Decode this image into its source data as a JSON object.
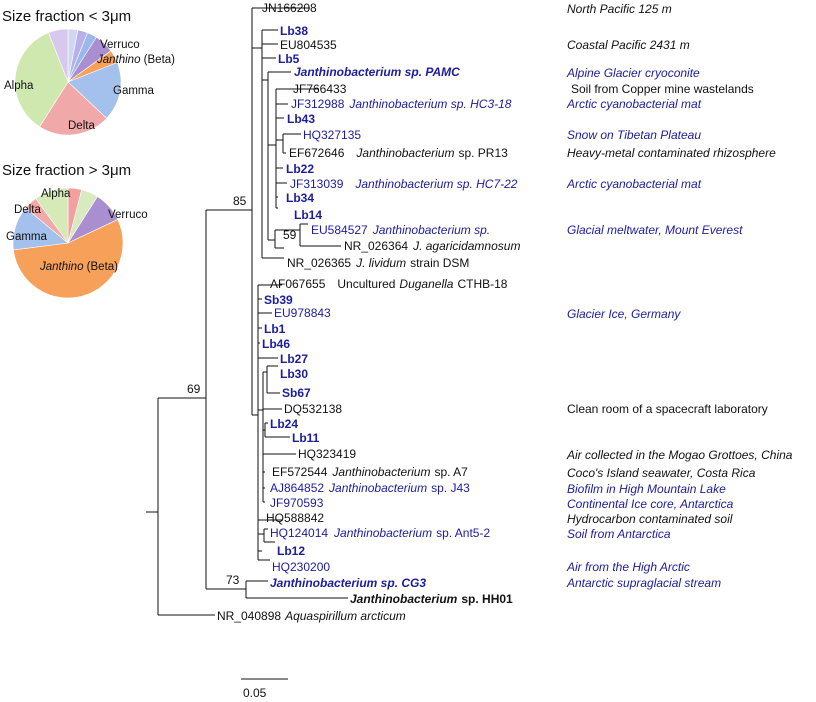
{
  "pies": [
    {
      "title": "Size fraction < 3μm",
      "segments": [
        {
          "label": "",
          "value": 3,
          "color": "#cfd8f0"
        },
        {
          "label": "",
          "value": 3,
          "color": "#b8b0e8"
        },
        {
          "label": "",
          "value": 3,
          "color": "#9ab8ec"
        },
        {
          "label": "Verruco",
          "value": 6,
          "color": "#a98fd0"
        },
        {
          "label": "Janthino (Beta)",
          "value": 4,
          "color": "#f6a05a"
        },
        {
          "label": "Gamma",
          "value": 18,
          "color": "#a4c0ec"
        },
        {
          "label": "Delta",
          "value": 22,
          "color": "#f0a8a8"
        },
        {
          "label": "Alpha",
          "value": 35,
          "color": "#cfe8b0"
        },
        {
          "label": "",
          "value": 6,
          "color": "#d9c8ee"
        }
      ]
    },
    {
      "title": "Size fraction > 3μm",
      "segments": [
        {
          "label": "",
          "value": 4,
          "color": "#f3a0a0"
        },
        {
          "label": "",
          "value": 5,
          "color": "#d9eac0"
        },
        {
          "label": "Verruco",
          "value": 9,
          "color": "#a98fd0"
        },
        {
          "label": "Janthino (Beta)",
          "value": 55,
          "color": "#f6a05a"
        },
        {
          "label": "Gamma",
          "value": 13,
          "color": "#a4c0ec"
        },
        {
          "label": "Delta",
          "value": 4,
          "color": "#f0a8a8"
        },
        {
          "label": "Alpha",
          "value": 10,
          "color": "#d6eab8"
        }
      ]
    }
  ],
  "pie_labels": {
    "small": {
      "verruco": "Verruco",
      "janthino": "Janthino",
      "janthino_suffix": " (Beta)",
      "gamma": "Gamma",
      "delta": "Delta",
      "alpha": "Alpha"
    },
    "large": {
      "alpha": "Alpha",
      "delta": "Delta",
      "verruco": "Verruco",
      "gamma": "Gamma",
      "janthino": "Janthino",
      "janthino_suffix": " (Beta)"
    }
  },
  "tree": {
    "bootstrap": {
      "n85": "85",
      "n69": "69",
      "n73": "73",
      "n59": "59"
    },
    "scale_label": "0.05",
    "taxa": [
      {
        "id": "JN166208",
        "name": "JN166208",
        "env": "North Pacific 125 m"
      },
      {
        "id": "Lb38",
        "name": "Lb38",
        "env": ""
      },
      {
        "id": "EU804535",
        "name": "EU804535",
        "env": "Coastal Pacific 2431 m"
      },
      {
        "id": "Lb5",
        "name": "Lb5",
        "env": ""
      },
      {
        "id": "PAMC",
        "name": "Janthinobacterium sp. PAMC",
        "env": "Alpine Glacier cryoconite"
      },
      {
        "id": "JF766433",
        "name": "JF766433",
        "env": "Soil from Copper mine wastelands"
      },
      {
        "id": "JF312988",
        "name": "JF312988",
        "name2": "Janthinobacterium sp. HC3-18",
        "env": "Arctic cyanobacterial mat"
      },
      {
        "id": "Lb43",
        "name": "Lb43",
        "env": ""
      },
      {
        "id": "HQ327135",
        "name": "HQ327135",
        "env": "Snow on Tibetan Plateau"
      },
      {
        "id": "EF672646",
        "name": "EF672646",
        "name2": "Janthinobacterium",
        "name3": "sp. PR13",
        "env": "Heavy-metal contaminated rhizosphere"
      },
      {
        "id": "Lb22",
        "name": "Lb22",
        "env": ""
      },
      {
        "id": "JF313039",
        "name": "JF313039",
        "name2": "Janthinobacterium sp. HC7-22",
        "env": "Arctic cyanobacterial mat"
      },
      {
        "id": "Lb34",
        "name": "Lb34",
        "env": ""
      },
      {
        "id": "Lb14",
        "name": "Lb14",
        "env": ""
      },
      {
        "id": "EU584527",
        "name": "EU584527",
        "name2": "Janthinobacterium sp.",
        "env": "Glacial meltwater, Mount Everest"
      },
      {
        "id": "NR_026364",
        "name": "NR_026364",
        "name2": "J. agaricidamnosum",
        "env": ""
      },
      {
        "id": "NR_026365",
        "name": "NR_026365",
        "name2": "J. lividum",
        "name3": "strain DSM",
        "env": ""
      },
      {
        "id": "AF067655",
        "name": "AF067655",
        "name2": "Uncultured",
        "name3": "Duganella",
        "name4": "CTHB-18",
        "env": ""
      },
      {
        "id": "Sb39",
        "name": "Sb39",
        "env": ""
      },
      {
        "id": "EU978843",
        "name": "EU978843",
        "env": "Glacier Ice, Germany"
      },
      {
        "id": "Lb1",
        "name": "Lb1",
        "env": ""
      },
      {
        "id": "Lb46",
        "name": "Lb46",
        "env": ""
      },
      {
        "id": "Lb27",
        "name": "Lb27",
        "env": ""
      },
      {
        "id": "Lb30",
        "name": "Lb30",
        "env": ""
      },
      {
        "id": "Sb67",
        "name": "Sb67",
        "env": ""
      },
      {
        "id": "DQ532138",
        "name": "DQ532138",
        "env": "Clean room of a spacecraft laboratory"
      },
      {
        "id": "Lb24",
        "name": "Lb24",
        "env": ""
      },
      {
        "id": "Lb11",
        "name": "Lb11",
        "env": ""
      },
      {
        "id": "HQ323419",
        "name": "HQ323419",
        "env": "Air collected in the Mogao Grottoes, China"
      },
      {
        "id": "EF572544",
        "name": "EF572544",
        "name2": "Janthinobacterium",
        "name3": "sp. A7",
        "env": "Coco's Island seawater, Costa Rica"
      },
      {
        "id": "AJ864852",
        "name": "AJ864852",
        "name2": "Janthinobacterium",
        "name3": "sp.  J43",
        "env": "Biofilm in High Mountain Lake"
      },
      {
        "id": "JF970593",
        "name": "JF970593",
        "env": "Continental Ice core, Antarctica"
      },
      {
        "id": "HQ588842",
        "name": "HQ588842",
        "env": "Hydrocarbon contaminated soil"
      },
      {
        "id": "HQ124014",
        "name": "HQ124014",
        "name2": "Janthinobacterium",
        "name3": "sp. Ant5-2",
        "env": "Soil from Antarctica"
      },
      {
        "id": "Lb12",
        "name": "Lb12",
        "env": ""
      },
      {
        "id": "HQ230200",
        "name": "HQ230200",
        "env": "Air from the High Arctic"
      },
      {
        "id": "CG3",
        "name": "Janthinobacterium sp. CG3",
        "env": "Antarctic supraglacial stream"
      },
      {
        "id": "HH01",
        "name": "Janthinobacterium",
        "name2": "sp. HH01",
        "env": ""
      },
      {
        "id": "NR_040898",
        "name": "NR_040898",
        "name2": "Aquaspirillum arcticum",
        "env": ""
      }
    ]
  }
}
